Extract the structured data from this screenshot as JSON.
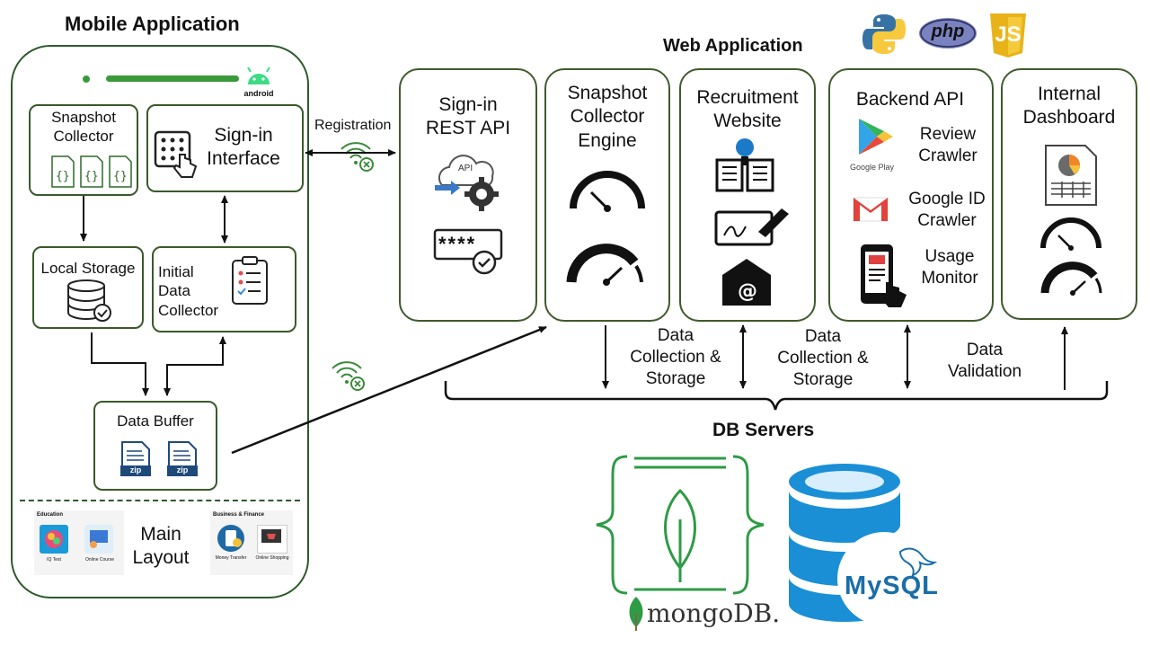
{
  "mobile": {
    "title": "Mobile Application",
    "android_label": "android",
    "snapshot_collector": "Snapshot\nCollector",
    "sign_in_interface": "Sign-in\nInterface",
    "local_storage": "Local Storage",
    "initial_data_collector": "Initial\nData\nCollector",
    "data_buffer": "Data Buffer",
    "zip_label": "zip",
    "main_layout": "Main\nLayout",
    "category_education": "Education",
    "app_iq_test": "IQ Test",
    "app_online_course": "Online Course",
    "category_business": "Business & Finance",
    "app_money_transfer": "Money Transfer",
    "app_online_shopping": "Online Shopping"
  },
  "registration_label": "Registration",
  "web": {
    "title": "Web Application",
    "modules": [
      {
        "title": "Sign-in\nREST API"
      },
      {
        "title": "Snapshot\nCollector\nEngine"
      },
      {
        "title": "Recruitment\nWebsite"
      },
      {
        "title": "Backend API"
      },
      {
        "title": "Internal\nDashboard"
      }
    ],
    "api_badge": "API",
    "password_mask": "****",
    "backend_items": [
      "Review\nCrawler",
      "Google ID\nCrawler",
      "Usage\nMonitor"
    ],
    "google_play_label": "Google Play",
    "tech_php": "php",
    "tech_js": "JS"
  },
  "flows": {
    "collection_1": "Data\nCollection &\nStorage",
    "collection_2": "Data\nCollection &\nStorage",
    "validation": "Data\nValidation"
  },
  "db": {
    "title": "DB Servers",
    "mongodb_label": "mongoDB.",
    "mysql_label": "MySQL"
  },
  "colors": {
    "frame_green": "#2d5a2a",
    "box_border": "#3a5a2a",
    "android_green": "#3ddc84",
    "mongo_green": "#2e9b45",
    "mysql_blue": "#1a8fd6"
  }
}
